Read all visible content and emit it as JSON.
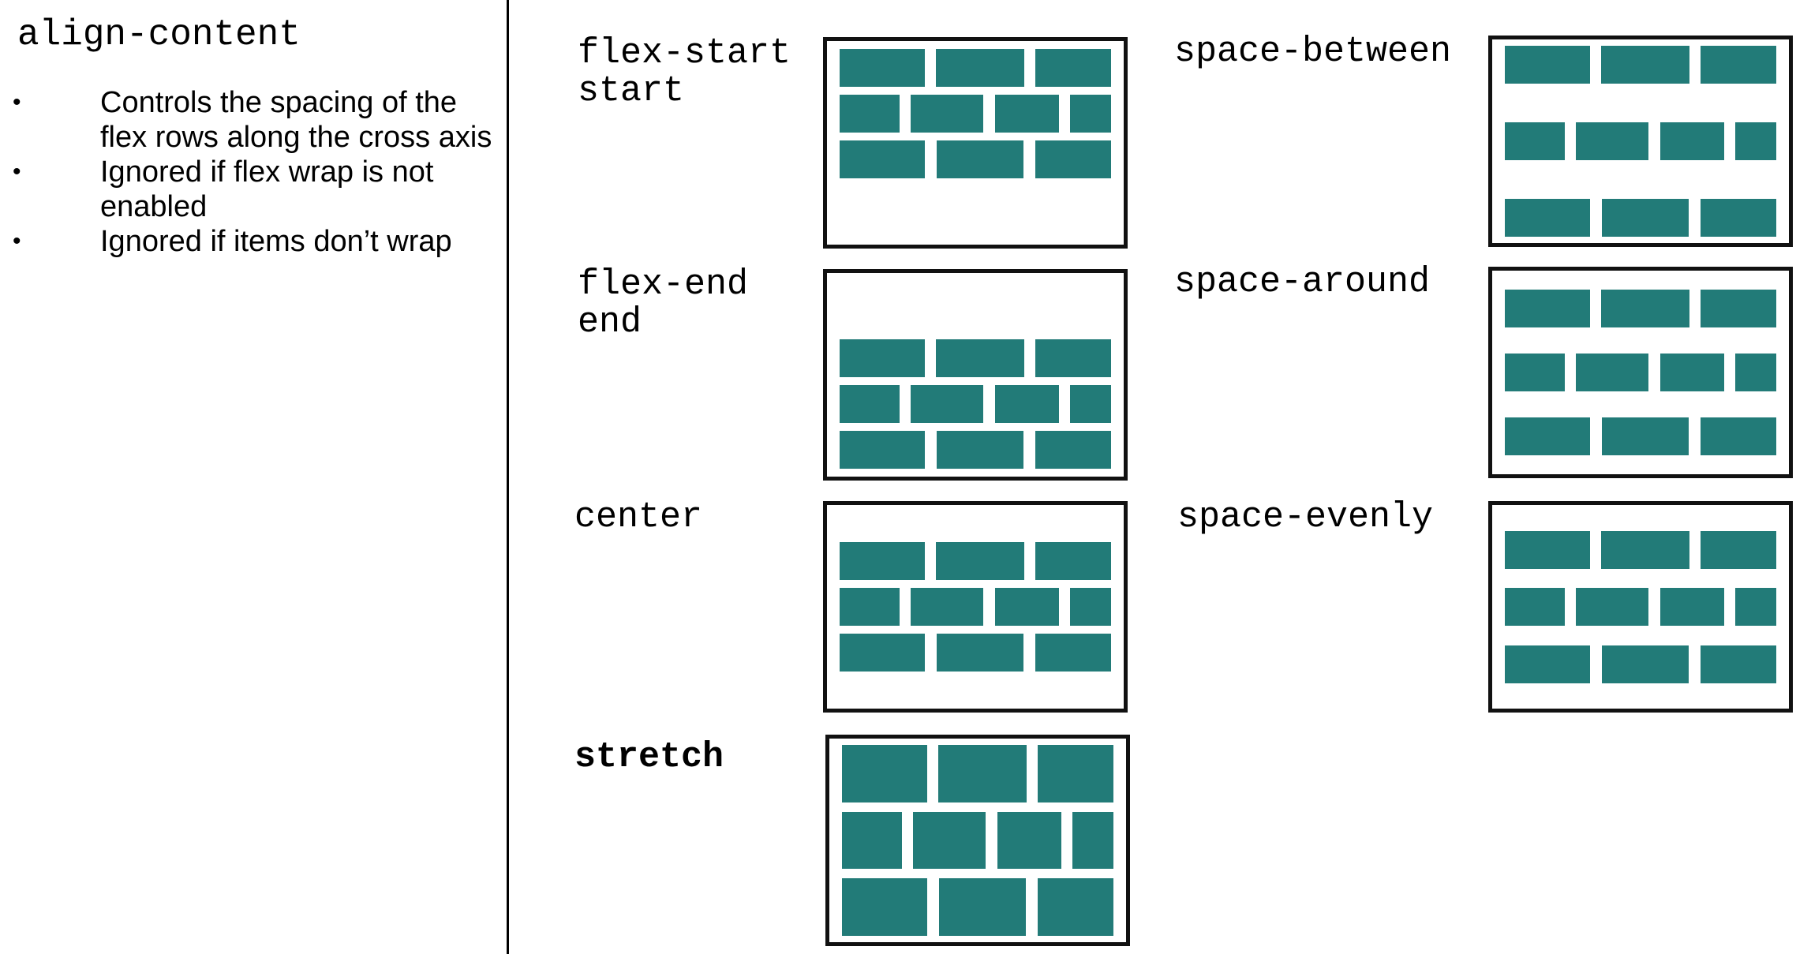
{
  "title": "align-content",
  "bullets": [
    "Controls the spacing of the flex rows along the cross axis",
    "Ignored if flex wrap is not enabled",
    "Ignored if items don’t wrap"
  ],
  "examples": [
    {
      "id": "flex-start",
      "lines": [
        "flex-start",
        "start"
      ],
      "bold": false,
      "align": "start"
    },
    {
      "id": "flex-end",
      "lines": [
        "flex-end",
        "end"
      ],
      "bold": false,
      "align": "end"
    },
    {
      "id": "center",
      "lines": [
        "center"
      ],
      "bold": false,
      "align": "center"
    },
    {
      "id": "stretch",
      "lines": [
        "stretch"
      ],
      "bold": true,
      "align": "stretch"
    },
    {
      "id": "space-between",
      "lines": [
        "space-between"
      ],
      "bold": false,
      "align": "space-between"
    },
    {
      "id": "space-around",
      "lines": [
        "space-around"
      ],
      "bold": false,
      "align": "space-around"
    },
    {
      "id": "space-evenly",
      "lines": [
        "space-evenly"
      ],
      "bold": false,
      "align": "space-evenly"
    }
  ],
  "item_color": "#227b78",
  "rows": 3,
  "items_per_row": [
    3,
    4,
    3
  ]
}
